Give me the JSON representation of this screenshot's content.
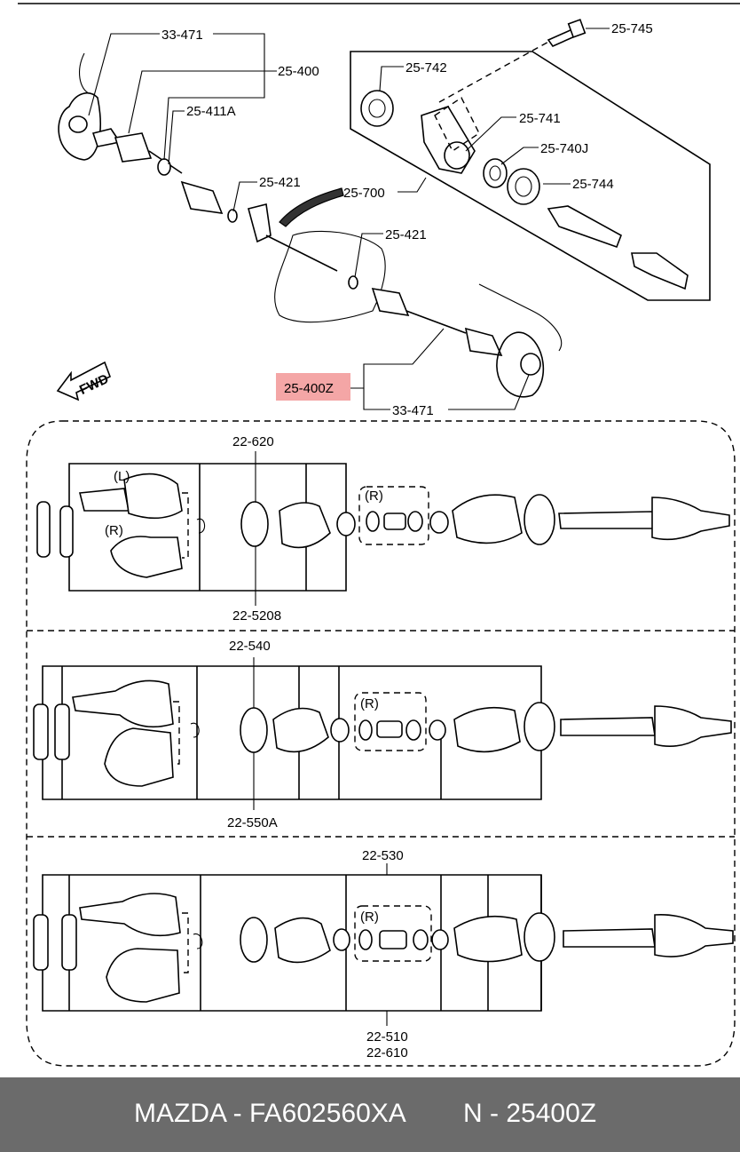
{
  "labels": {
    "shaft_33471_top": "33-471",
    "shaft_25400": "25-400",
    "shaft_25411a": "25-411A",
    "clip_25421_a": "25-421",
    "clip_25421_b": "25-421",
    "bracket_25700": "25-700",
    "bolt_25745": "25-745",
    "nut_25742": "25-742",
    "bracket_25741": "25-741",
    "bearing_25740j": "25-740J",
    "bearing_25744": "25-744",
    "highlight_25400z": "25-400Z",
    "shaft_33471_bottom": "33-471"
  },
  "direction": {
    "fwd_label": "FWD"
  },
  "panels": [
    {
      "top_label": "22-620",
      "bottom_label": "22-5208",
      "side_l": "(L)",
      "side_r": "(R)",
      "kit_tag": "(R)"
    },
    {
      "top_label": "22-540",
      "bottom_label": "22-550A",
      "kit_tag": "(R)"
    },
    {
      "top_label": "22-530",
      "bottom_label_1": "22-510",
      "bottom_label_2": "22-610",
      "kit_tag": "(R)"
    }
  ],
  "footer": {
    "brand_part": "MAZDA - FA602560XA",
    "ref": "N - 25400Z"
  },
  "colors": {
    "highlight": "#f4a6a6",
    "footer_bg": "#6b6b6b",
    "footer_text": "#ffffff"
  }
}
